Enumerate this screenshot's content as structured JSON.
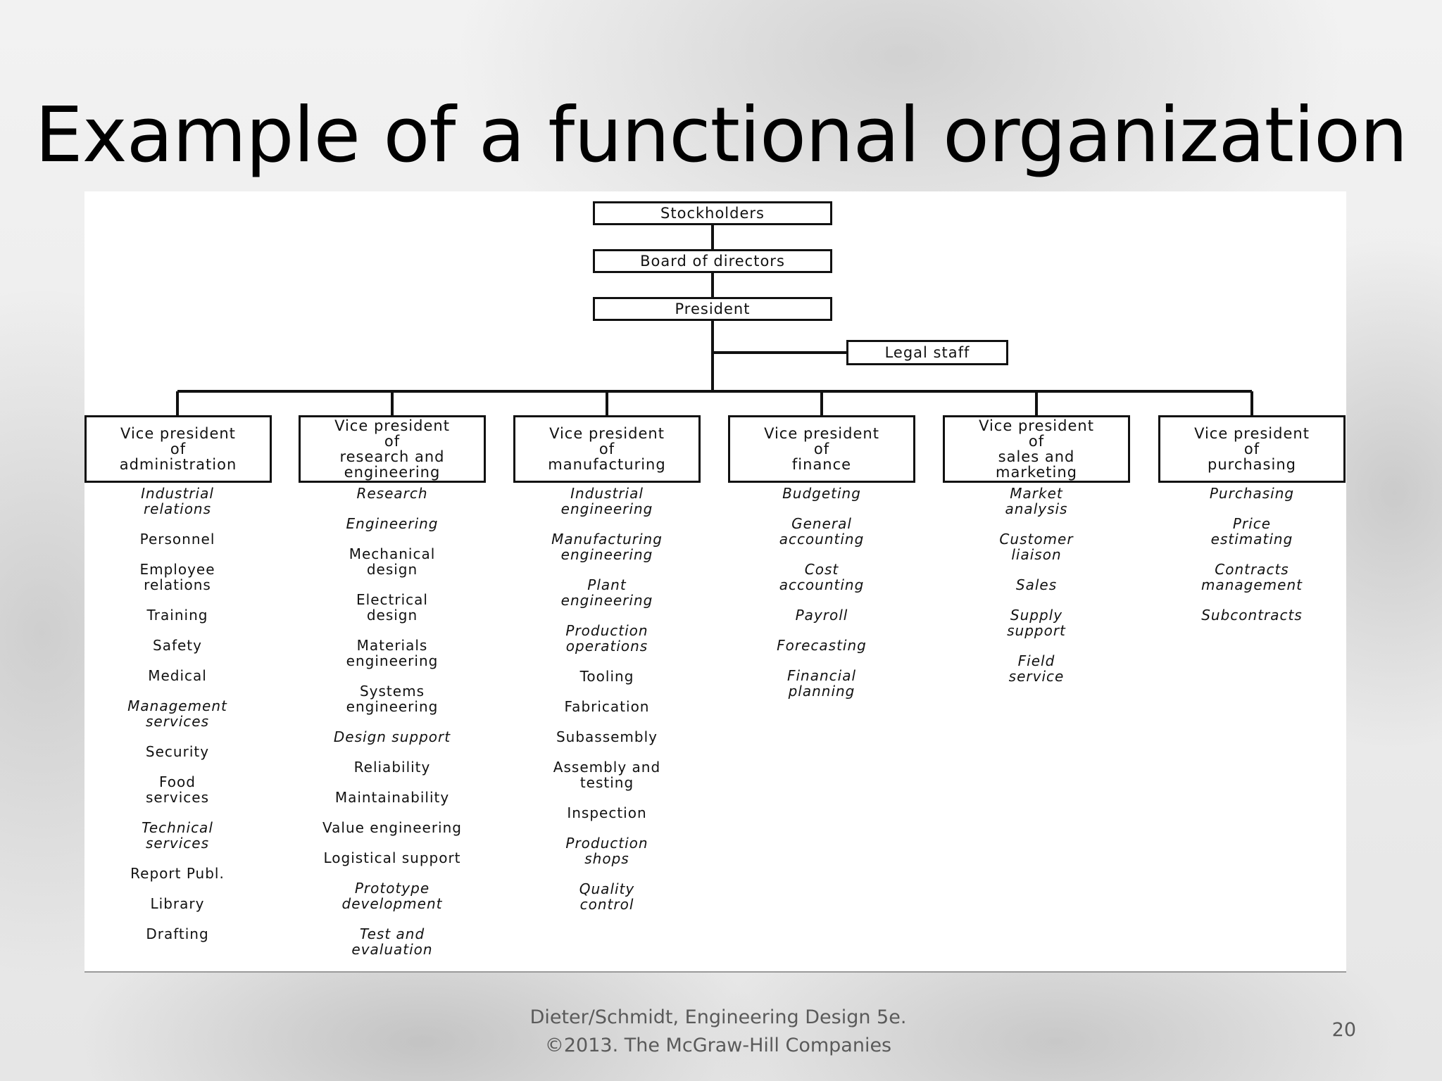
{
  "slide": {
    "title": "Example of a functional organization",
    "footer_line1": "Dieter/Schmidt, Engineering Design 5e.",
    "footer_line2": "©2013. The McGraw-Hill Companies",
    "slide_number": "20"
  },
  "org": {
    "stockholders": "Stockholders",
    "board": "Board of directors",
    "president": "President",
    "legal_staff": "Legal staff",
    "vps": [
      {
        "label": "Vice president\nof\nadministration",
        "functions": [
          {
            "text": "Industrial\nrelations",
            "italic": true
          },
          {
            "text": "Personnel",
            "italic": false
          },
          {
            "text": "Employee\nrelations",
            "italic": false
          },
          {
            "text": "Training",
            "italic": false
          },
          {
            "text": "Safety",
            "italic": false
          },
          {
            "text": "Medical",
            "italic": false
          },
          {
            "text": "Management\nservices",
            "italic": true
          },
          {
            "text": "Security",
            "italic": false
          },
          {
            "text": "Food\nservices",
            "italic": false
          },
          {
            "text": "Technical\nservices",
            "italic": true
          },
          {
            "text": "Report Publ.",
            "italic": false
          },
          {
            "text": "Library",
            "italic": false
          },
          {
            "text": "Drafting",
            "italic": false
          }
        ]
      },
      {
        "label": "Vice president\nof\nresearch and\nengineering",
        "functions": [
          {
            "text": "Research",
            "italic": true
          },
          {
            "text": "Engineering",
            "italic": true
          },
          {
            "text": "Mechanical\ndesign",
            "italic": false
          },
          {
            "text": "Electrical\ndesign",
            "italic": false
          },
          {
            "text": "Materials\nengineering",
            "italic": false
          },
          {
            "text": "Systems\nengineering",
            "italic": false
          },
          {
            "text": "Design support",
            "italic": true
          },
          {
            "text": "Reliability",
            "italic": false
          },
          {
            "text": "Maintainability",
            "italic": false
          },
          {
            "text": "Value engineering",
            "italic": false
          },
          {
            "text": "Logistical support",
            "italic": false
          },
          {
            "text": "Prototype\ndevelopment",
            "italic": true
          },
          {
            "text": "Test and\nevaluation",
            "italic": true
          }
        ]
      },
      {
        "label": "Vice president\nof\nmanufacturing",
        "functions": [
          {
            "text": "Industrial\nengineering",
            "italic": true
          },
          {
            "text": "Manufacturing\nengineering",
            "italic": true
          },
          {
            "text": "Plant\nengineering",
            "italic": true
          },
          {
            "text": "Production\noperations",
            "italic": true
          },
          {
            "text": "Tooling",
            "italic": false
          },
          {
            "text": "Fabrication",
            "italic": false
          },
          {
            "text": "Subassembly",
            "italic": false
          },
          {
            "text": "Assembly and\ntesting",
            "italic": false
          },
          {
            "text": "Inspection",
            "italic": false
          },
          {
            "text": "Production\nshops",
            "italic": true
          },
          {
            "text": "Quality\ncontrol",
            "italic": true
          }
        ]
      },
      {
        "label": "Vice president\nof\nfinance",
        "functions": [
          {
            "text": "Budgeting",
            "italic": true
          },
          {
            "text": "General\naccounting",
            "italic": true
          },
          {
            "text": "Cost\naccounting",
            "italic": true
          },
          {
            "text": "Payroll",
            "italic": true
          },
          {
            "text": "Forecasting",
            "italic": true
          },
          {
            "text": "Financial\nplanning",
            "italic": true
          }
        ]
      },
      {
        "label": "Vice president\nof\nsales and\nmarketing",
        "functions": [
          {
            "text": "Market\nanalysis",
            "italic": true
          },
          {
            "text": "Customer\nliaison",
            "italic": true
          },
          {
            "text": "Sales",
            "italic": true
          },
          {
            "text": "Supply\nsupport",
            "italic": true
          },
          {
            "text": "Field\nservice",
            "italic": true
          }
        ]
      },
      {
        "label": "Vice president\nof\npurchasing",
        "functions": [
          {
            "text": "Purchasing",
            "italic": true
          },
          {
            "text": "Price\nestimating",
            "italic": true
          },
          {
            "text": "Contracts\nmanagement",
            "italic": true
          },
          {
            "text": "Subcontracts",
            "italic": true
          }
        ]
      }
    ]
  }
}
